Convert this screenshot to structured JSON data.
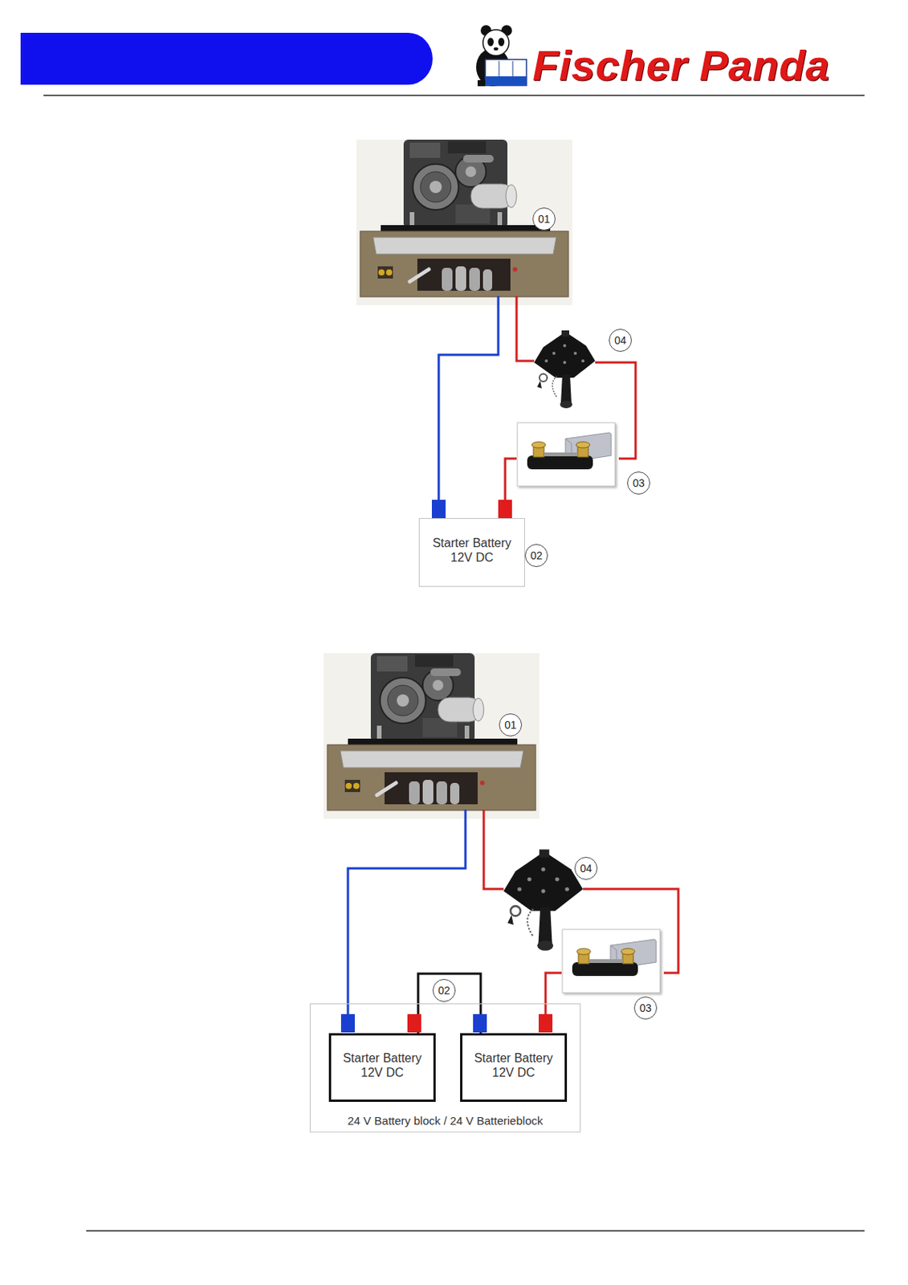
{
  "diagram": {
    "nodes": [
      {
        "text": [
          "Starter Battery 12V DC"
        ]
      },
      {
        "text": [
          "24 V Battery block / 24 V Batterieblock"
        ]
      },
      {
        "text": [
          "Starter Battery 12V DC"
        ],
        "in": 1
      },
      {
        "text": [
          "Starter Battery 12V DC"
        ],
        "in": 1
      }
    ],
    "edges": [
      {
        "from": 2,
        "to": 3,
        "arrow": "none"
      }
    ],
    "labels": [
      "Fischer Panda",
      "01",
      "04",
      "03",
      "02",
      "01",
      "04",
      "02",
      "03"
    ]
  }
}
